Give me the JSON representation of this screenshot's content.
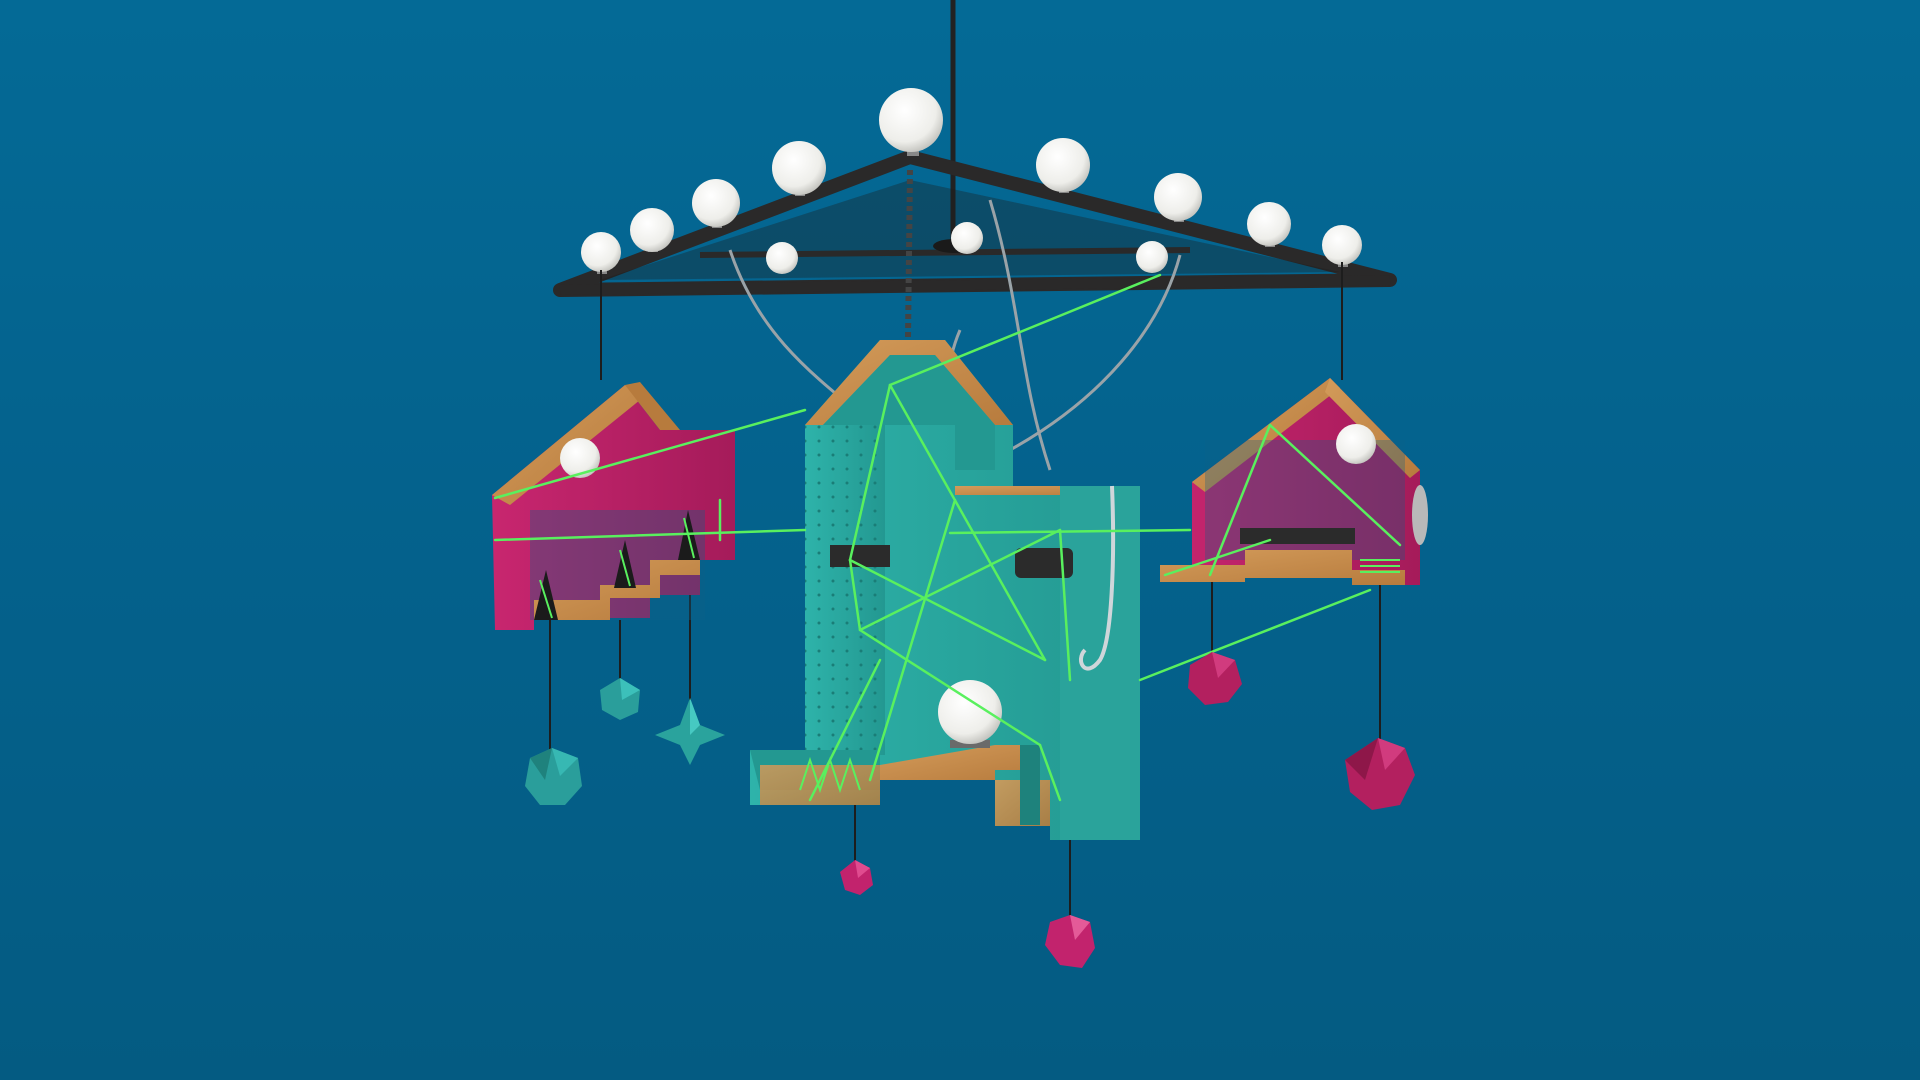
{
  "scene": {
    "subject": "hanging-mobile-chandelier",
    "colors": {
      "background_top": "#046a96",
      "background_bottom": "#045b82",
      "frame": "#2f2e2e",
      "bulb": "#f4f4f2",
      "wood": "#c88b4a",
      "wood_dark": "#a86d33",
      "teal": "#2aa7a0",
      "teal_dark": "#1e827c",
      "magenta": "#c2236d",
      "magenta_dark": "#9a1752",
      "laser": "#59f05e",
      "cable": "#9aa3a8"
    },
    "parts": {
      "top_frame": "triangular-roof-frame",
      "bulbs_on_frame": 12,
      "left_house": "magenta-house-shelf",
      "center_house": "teal-pegboard-house",
      "right_house": "magenta-house-shelf",
      "hanging_ornaments": 7
    }
  }
}
